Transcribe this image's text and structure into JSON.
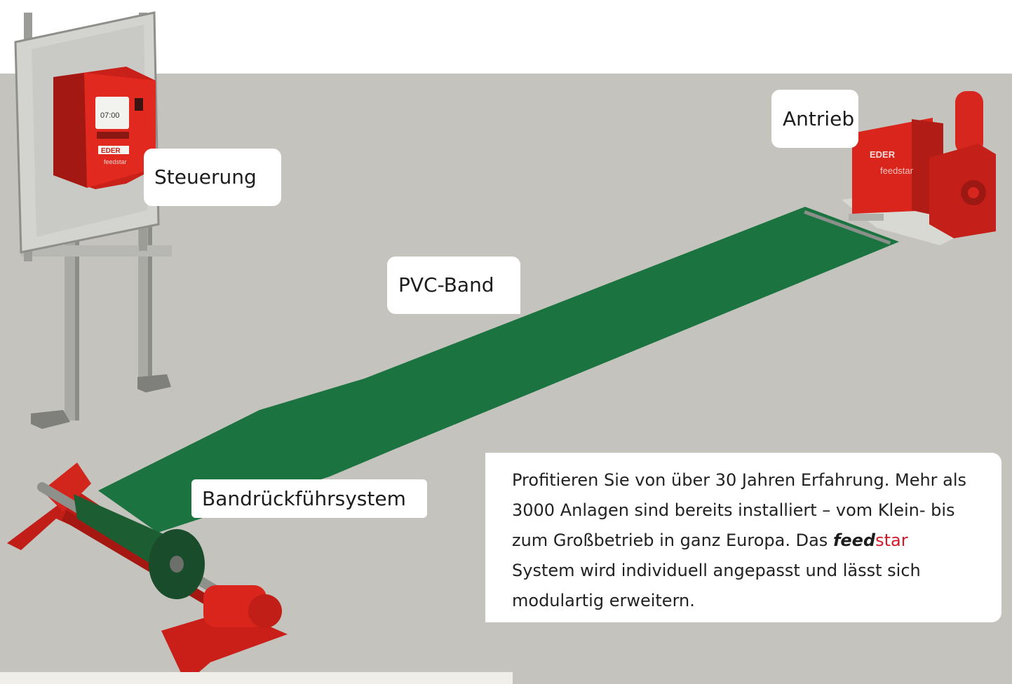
{
  "labels": {
    "steuerung": "Steuerung",
    "antrieb": "Antrieb",
    "pvc_band": "PVC-Band",
    "bandrueckfuehr": "Bandrückführsystem"
  },
  "info": {
    "text_before": "Profitieren Sie von über 30 Jahren Erfahrung. Mehr als 3000 Anlagen sind bereits installiert – vom Klein- bis zum Großbetrieb in ganz Europa. Das ",
    "brand_feed": "feed",
    "brand_star": "star",
    "text_after": " System wird individuell angepasst und lässt sich modulartig erweitern."
  },
  "device": {
    "display": "07:00",
    "logo": "EDER",
    "brand": "feedstar"
  },
  "colors": {
    "floor": "#c4c3bd",
    "belt": "#1b7440",
    "machine_red": "#d9251b",
    "brand_red": "#d01a2a"
  }
}
